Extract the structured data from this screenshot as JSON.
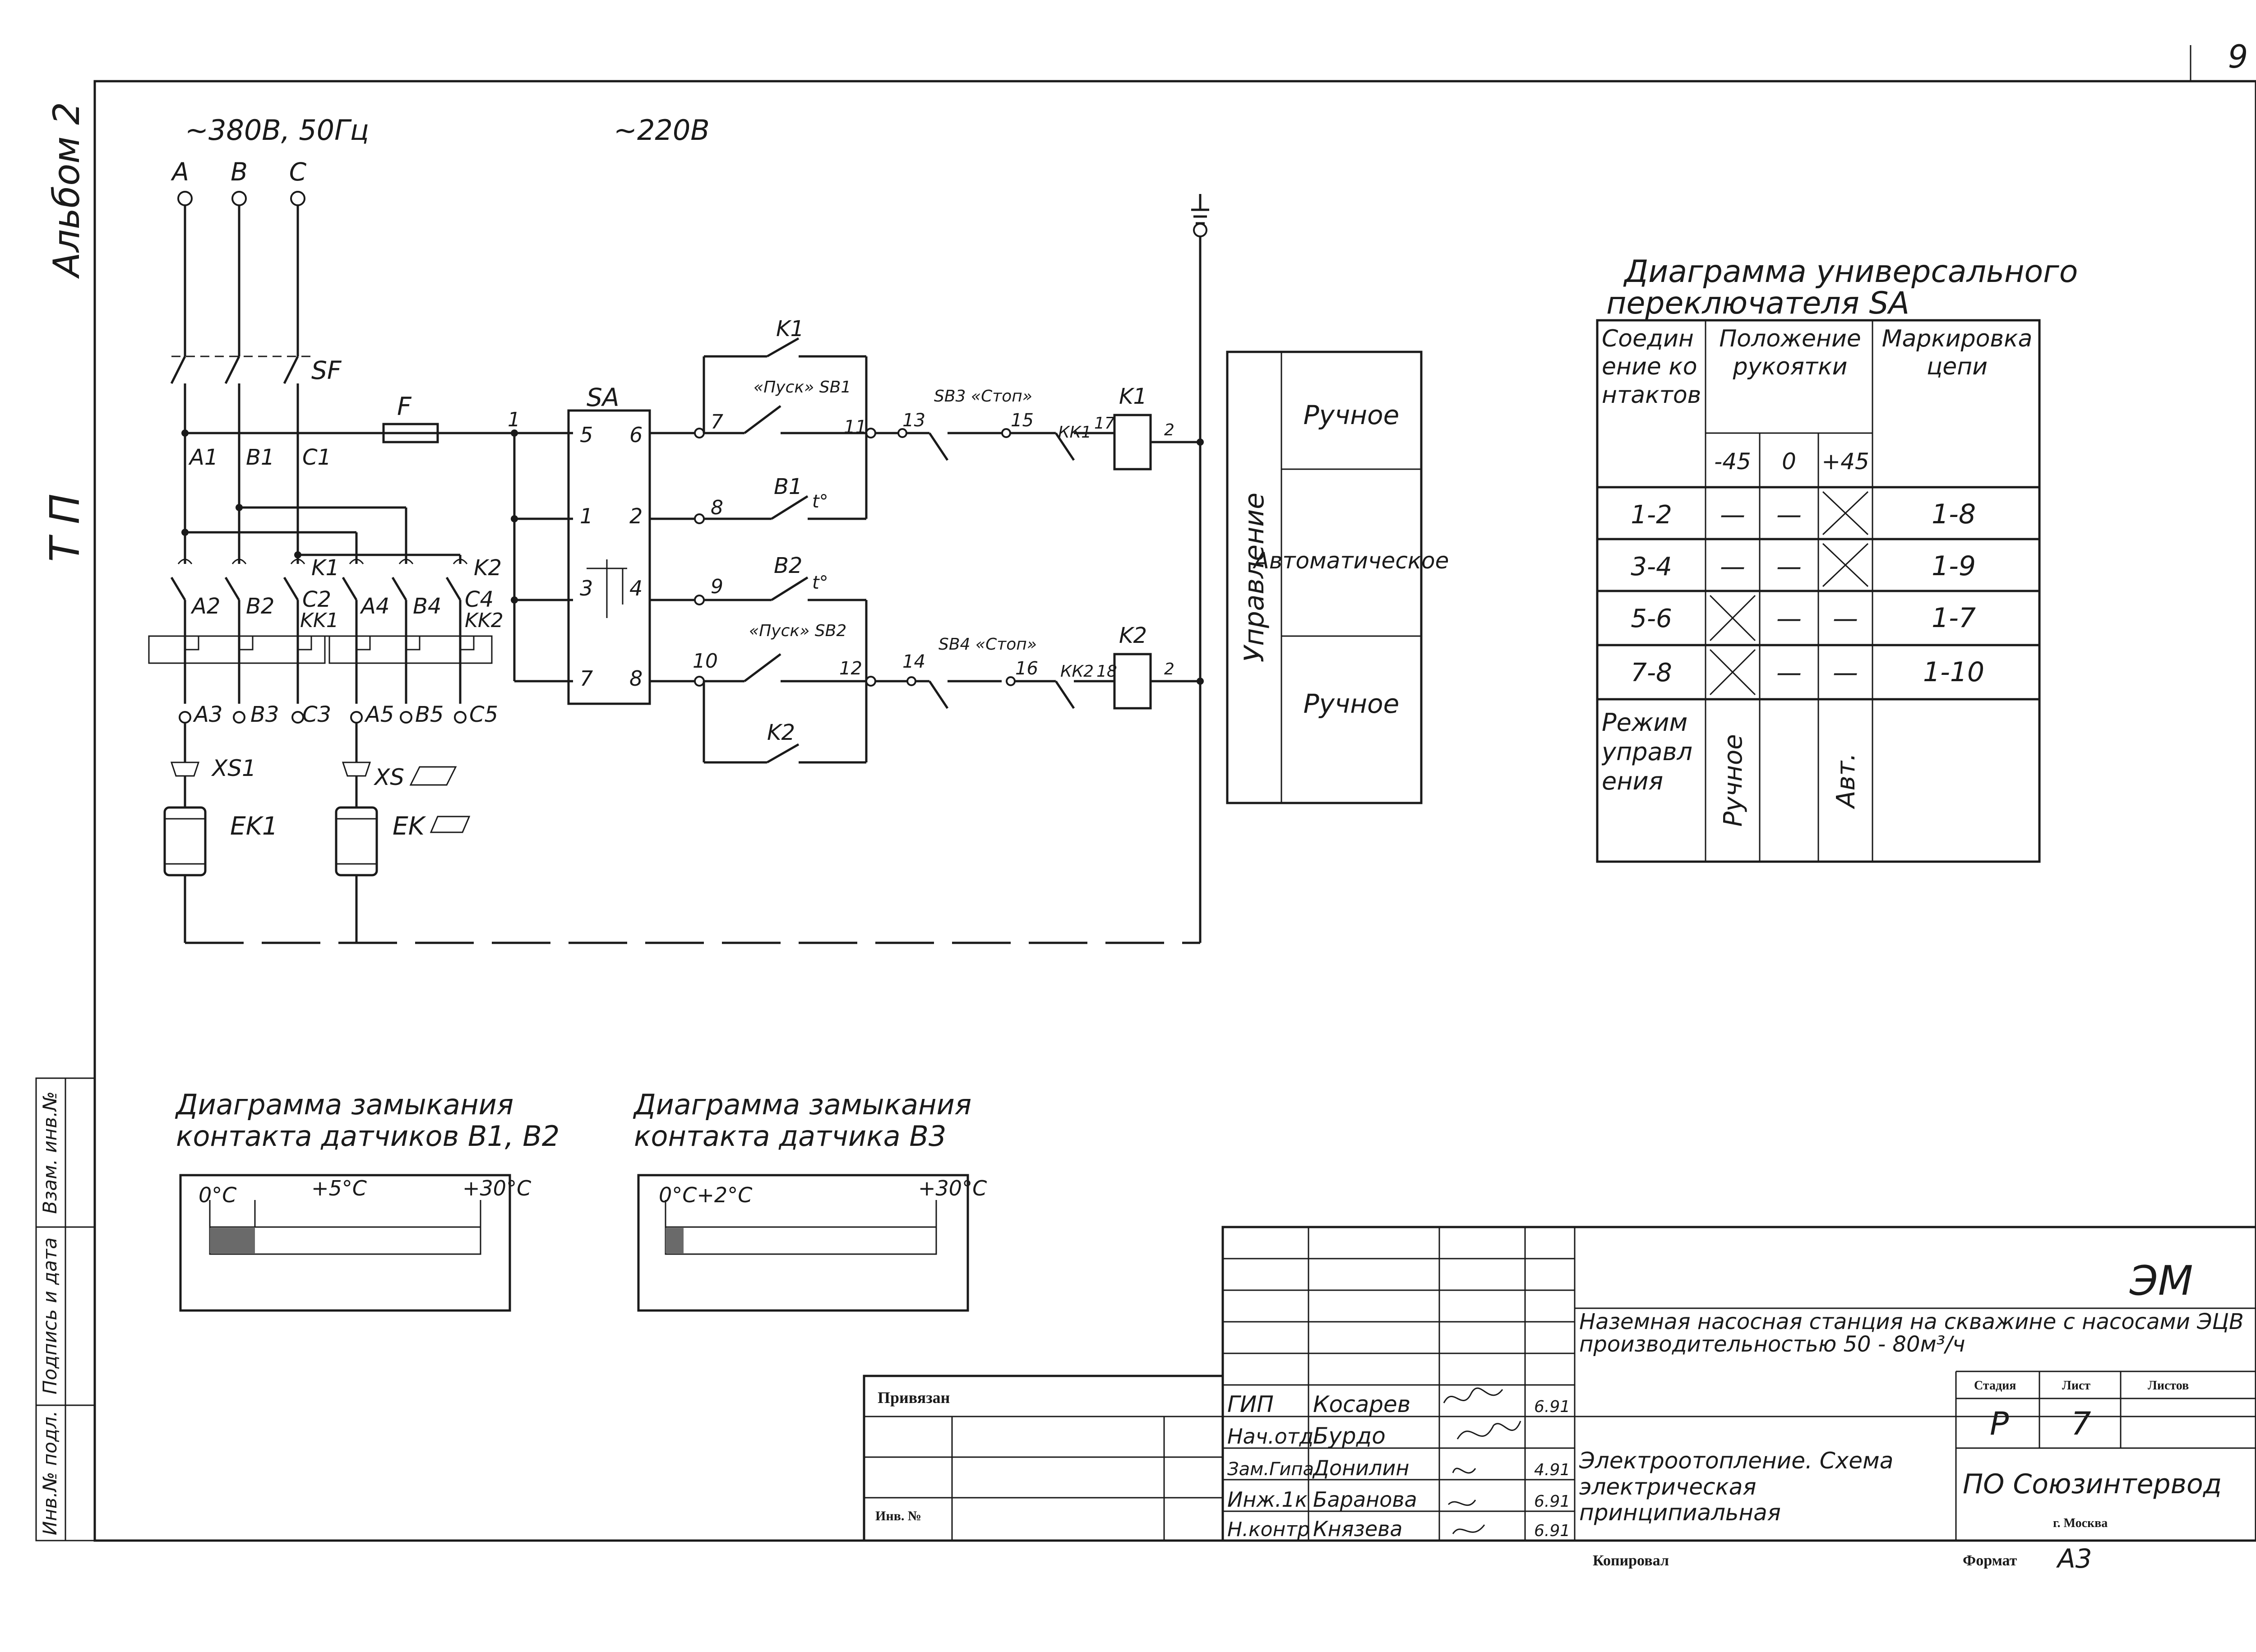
{
  "sheet_number": "9",
  "margin": {
    "album": "Альбом 2",
    "tp": "Т П",
    "inv_podl": "Инв.№ подл.",
    "podpis_data": "Подпись и дата",
    "vzam_inv": "Взам. инв.№"
  },
  "power": {
    "supply_3ph": "~380В, 50Гц",
    "supply_1ph": "~220В",
    "phases": [
      "A",
      "B",
      "C"
    ],
    "breaker": "SF",
    "fuse": "F",
    "wire_labels_top": [
      "A1",
      "B1",
      "C1"
    ],
    "contactor_labels": [
      "K1",
      "K2"
    ],
    "contacts_group1": [
      "A2",
      "B2",
      "C2"
    ],
    "contacts_group2": [
      "A4",
      "B4",
      "C4"
    ],
    "relay_labels": [
      "KK1",
      "KK2"
    ],
    "outputs_group1": [
      "A3",
      "B3",
      "C3"
    ],
    "outputs_group2": [
      "A5",
      "B5",
      "C5"
    ],
    "sockets": [
      "XS1",
      "XS"
    ],
    "heaters": [
      "EK1",
      "EK"
    ]
  },
  "control": {
    "switch": "SA",
    "switch_terminals": [
      "5",
      "6",
      "1",
      "2",
      "3",
      "4",
      "7",
      "8"
    ],
    "node_labels": [
      "1",
      "7",
      "8",
      "9",
      "10",
      "11",
      "12",
      "13",
      "14",
      "15",
      "16",
      "17",
      "18",
      "2",
      "2"
    ],
    "k1": "K1",
    "k2": "K2",
    "sb1": "«Пуск» SB1",
    "sb2": "«Пуск» SB2",
    "sb3": "SB3 «Стоп»",
    "sb4": "SB4 «Стоп»",
    "b1": "B1",
    "b2": "B2",
    "t_mark": "t°",
    "kk1": "КК1",
    "kk2": "КК2"
  },
  "mode_panel": {
    "title": "Управление",
    "rows": [
      "Ручное",
      "Автоматическое",
      "Ручное"
    ]
  },
  "sa_diagram": {
    "title_line1": "Диаграмма универсального",
    "title_line2": "переключателя SA",
    "head_col1": "Соединение контактов",
    "head_col2": "Положение рукоятки",
    "head_col3": "Маркировка цепи",
    "positions": [
      "-45",
      "0",
      "+45"
    ],
    "rows": [
      {
        "contacts": "1-2",
        "p1": "—",
        "p2": "—",
        "p3": "X",
        "circuit": "1-8"
      },
      {
        "contacts": "3-4",
        "p1": "—",
        "p2": "—",
        "p3": "X",
        "circuit": "1-9"
      },
      {
        "contacts": "5-6",
        "p1": "X",
        "p2": "—",
        "p3": "—",
        "circuit": "1-7"
      },
      {
        "contacts": "7-8",
        "p1": "X",
        "p2": "—",
        "p3": "—",
        "circuit": "1-10"
      }
    ],
    "mode_label": "Режим управления",
    "mode_manual": "Ручное",
    "mode_auto": "Авт."
  },
  "sensor_diagram_1": {
    "title_line1": "Диаграмма замыкания",
    "title_line2": "контакта датчиков В1, В2",
    "ticks": [
      "0°С",
      "+5°С",
      "+30°С"
    ],
    "closed_to": 5,
    "range": [
      0,
      30
    ]
  },
  "sensor_diagram_2": {
    "title_line1": "Диаграмма замыкания",
    "title_line2": "контакта датчика В3",
    "ticks": [
      "0°С+2°С",
      "+30°С"
    ],
    "closed_to": 2,
    "range": [
      0,
      30
    ]
  },
  "title_block": {
    "code": "ЭМ",
    "project": "Наземная насосная станция на скважине с насосами ЭЦВ производительностью 50 - 80м³/ч",
    "drawing": "Электроотопление. Схема электрическая принципиальная",
    "stage_head": "Стадия",
    "sheet_head": "Лист",
    "sheets_head": "Листов",
    "stage": "Р",
    "sheet": "7",
    "organization": "ПО Союзинтервод",
    "city": "г. Москва",
    "tied": "Привязан",
    "inv_no": "Инв. №",
    "copied": "Копировал",
    "format_label": "Формат",
    "format": "А3",
    "roles": [
      "ГИП",
      "Нач.отд",
      "Зам.Гипа",
      "Инж.1к",
      "Н.контр"
    ],
    "names": [
      "Косарев",
      "Бурдо",
      "Донилин",
      "Баранова",
      "Князева"
    ],
    "dates": [
      "6.91",
      "",
      "4.91",
      "6.91",
      "6.91"
    ]
  }
}
